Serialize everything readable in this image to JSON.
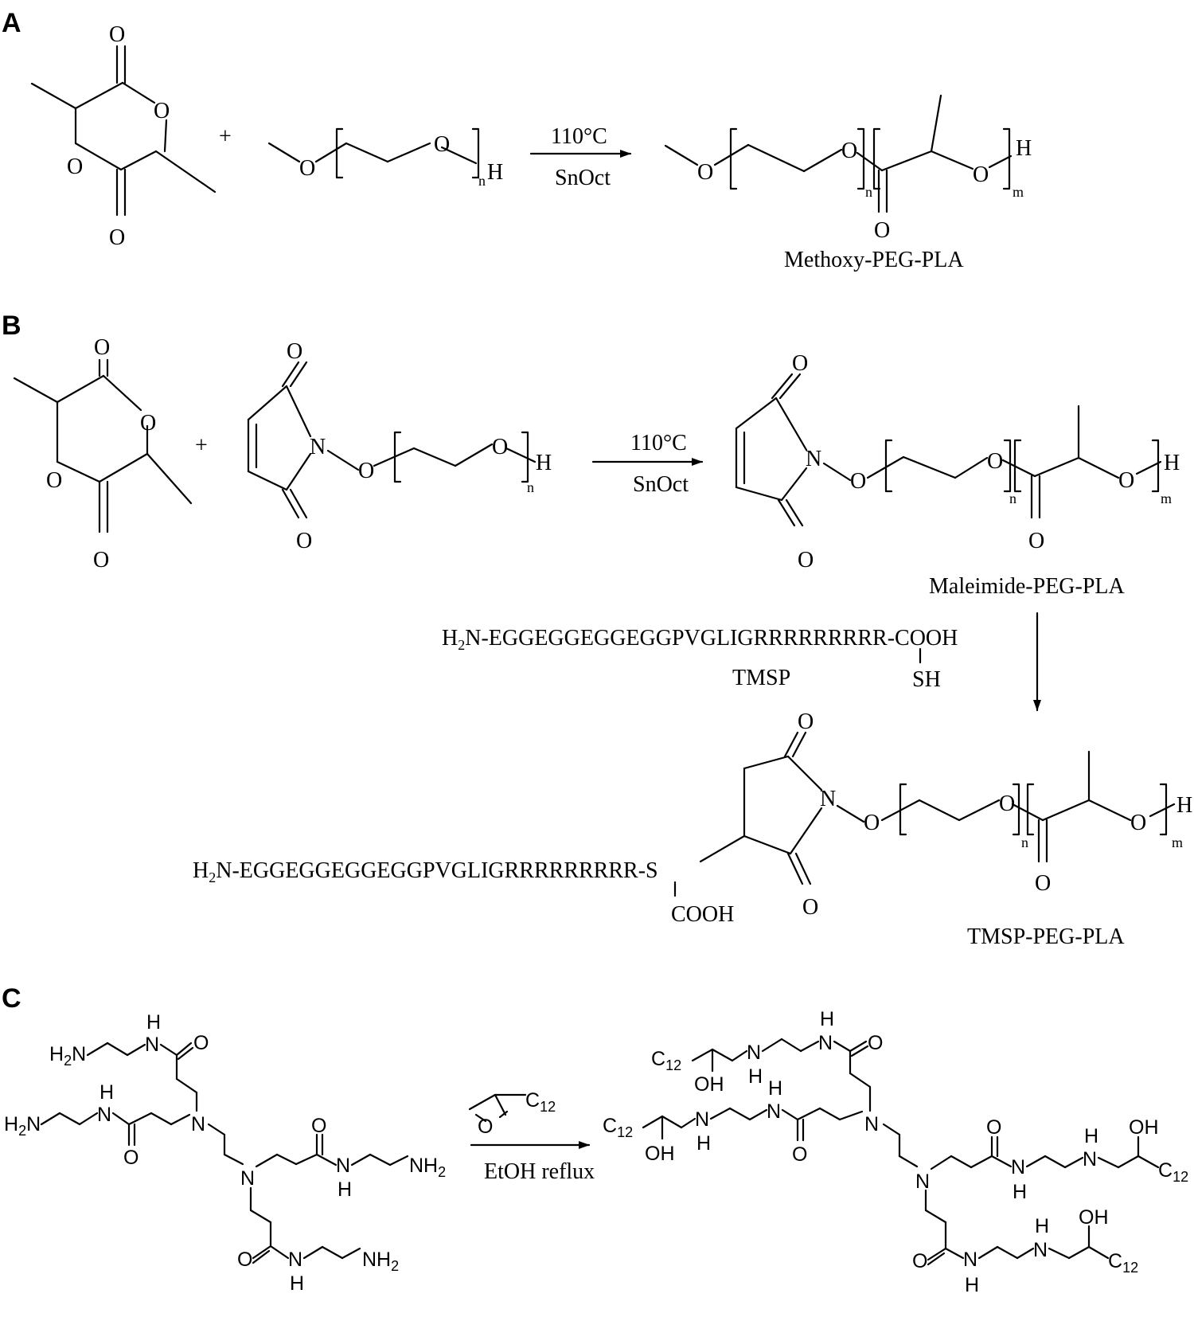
{
  "panels": {
    "a": "A",
    "b": "B",
    "c": "C"
  },
  "atoms": {
    "O": "O",
    "N": "N",
    "H": "H",
    "S": "S",
    "NH": "NH",
    "OH": "OH",
    "C": "C",
    "plus": "+"
  },
  "subscripts": {
    "n": "n",
    "m": "m",
    "two": "2",
    "twelve": "12"
  },
  "conditions": {
    "temperature": "110°C",
    "catalyst": "SnOct",
    "reflux": "EtOH reflux"
  },
  "products": {
    "methoxy": "Methoxy-PEG-PLA",
    "maleimide": "Maleimide-PEG-PLA",
    "tmsp_conjugate": "TMSP-PEG-PLA"
  },
  "peptide": {
    "name": "TMSP",
    "amine_prefix": "H",
    "sequence_free": "N-EGGEGGEGGEGGPVGLIGRRRRRRRRR-COOH",
    "sequence_bound": "N-EGGEGGEGGEGGPVGLIGRRRRRRRRR-S",
    "thiol": "SH",
    "acid": "COOH"
  }
}
